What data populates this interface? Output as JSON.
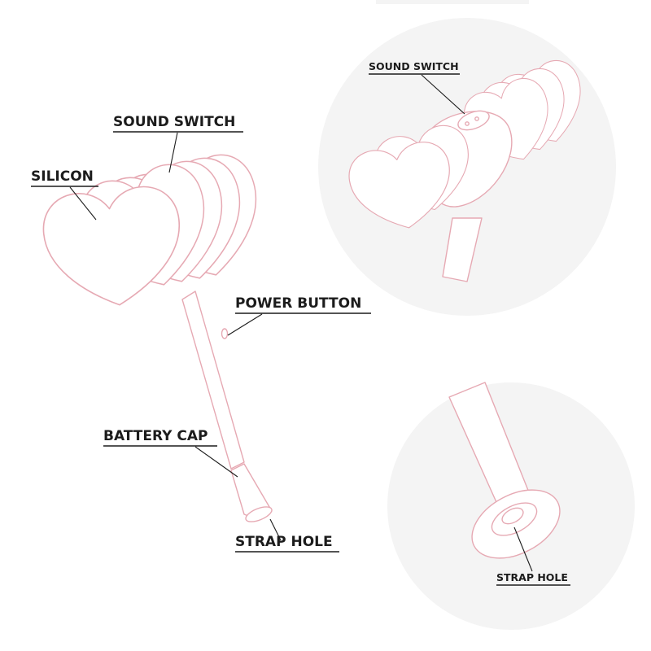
{
  "labels": {
    "silicon": "SILICON",
    "sound_switch": "SOUND SWITCH",
    "power_button": "POWER BUTTON",
    "battery_cap": "BATTERY CAP",
    "strap_hole": "STRAP HOLE",
    "detail_sound_switch": "SOUND SWITCH",
    "detail_strap_hole": "STRAP HOLE"
  },
  "colors": {
    "outline": "#e6a9b3",
    "detail_background": "#f4f4f4",
    "label_text": "#1c1c1c",
    "leader_line": "#1c1c1c"
  }
}
